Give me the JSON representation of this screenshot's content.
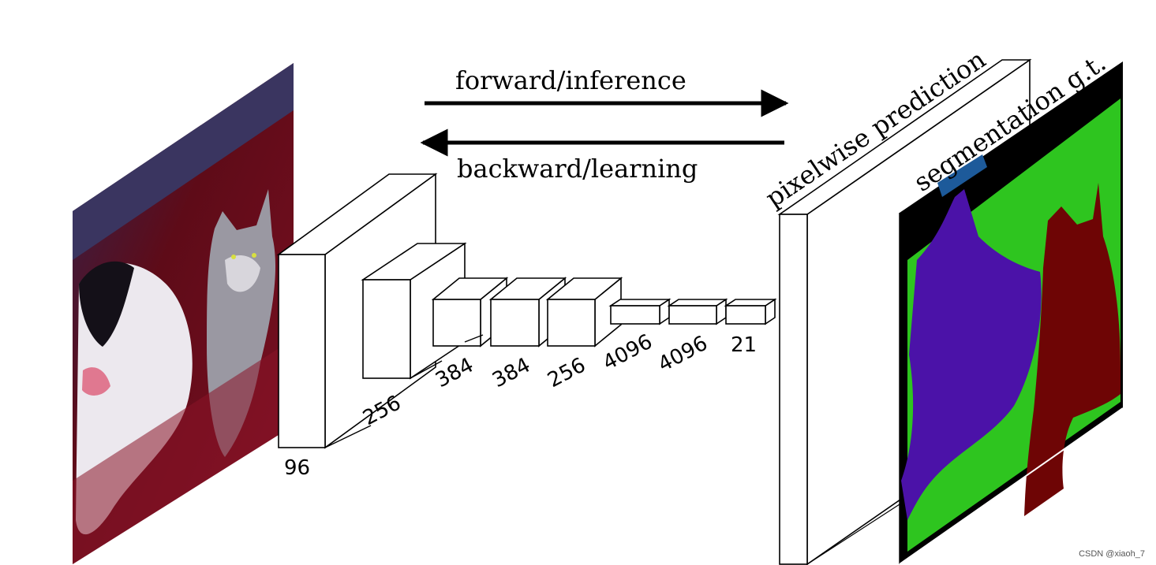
{
  "arrows": {
    "forward_label": "forward/inference",
    "backward_label": "backward/learning"
  },
  "layers": [
    {
      "label": "96"
    },
    {
      "label": "256"
    },
    {
      "label": "384"
    },
    {
      "label": "384"
    },
    {
      "label": "256"
    },
    {
      "label": "4096"
    },
    {
      "label": "4096"
    },
    {
      "label": "21"
    }
  ],
  "prediction": {
    "label": "pixelwise prediction"
  },
  "ground_truth": {
    "label": "segmentation g.t."
  },
  "watermark": "CSDN @xiaoh_7",
  "colors": {
    "seg_green": "#2ec51f",
    "seg_purple": "#4b12a8",
    "seg_maroon": "#6e0505",
    "seg_black": "#000000",
    "seg_blue": "#1d5a9a",
    "photo_red": "#5e0b18"
  }
}
